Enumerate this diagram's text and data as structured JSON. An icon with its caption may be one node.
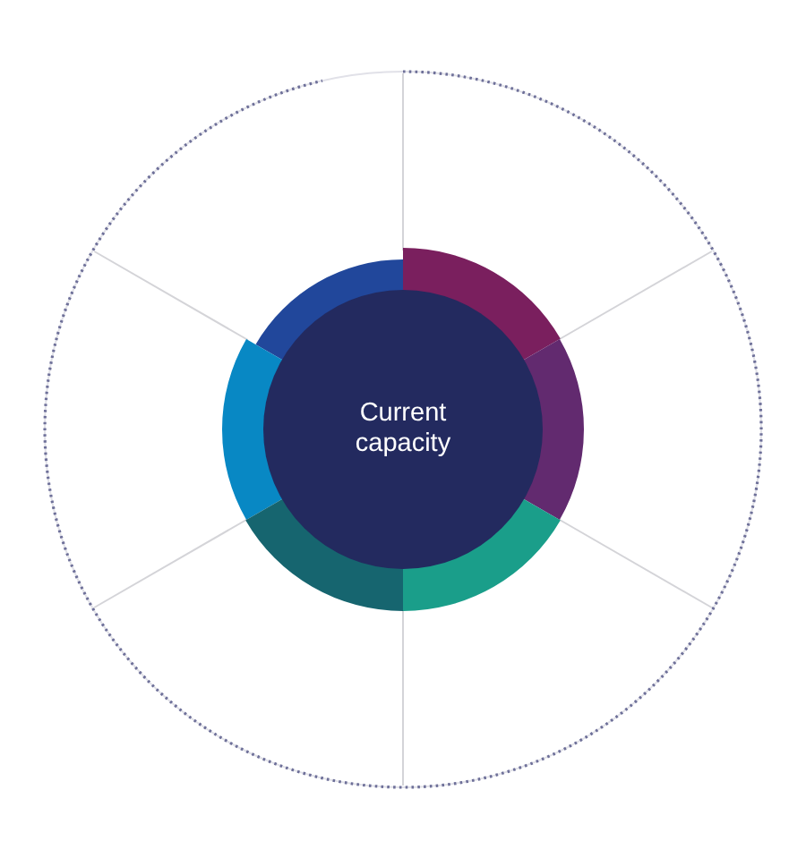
{
  "diagram": {
    "nodes": [
      {
        "text": [],
        "shape": "circle"
      },
      {
        "text": [
          "Current capacity"
        ],
        "in": 0
      },
      {
        "text": [],
        "shape": "arc",
        "in": 0
      },
      {
        "text": [],
        "shape": "arc",
        "in": 0
      },
      {
        "text": [],
        "shape": "arc",
        "in": 0
      },
      {
        "text": [],
        "shape": "arc",
        "in": 0
      },
      {
        "text": [],
        "shape": "arc",
        "in": 0
      },
      {
        "text": [],
        "shape": "arc",
        "in": 0
      }
    ]
  }
}
